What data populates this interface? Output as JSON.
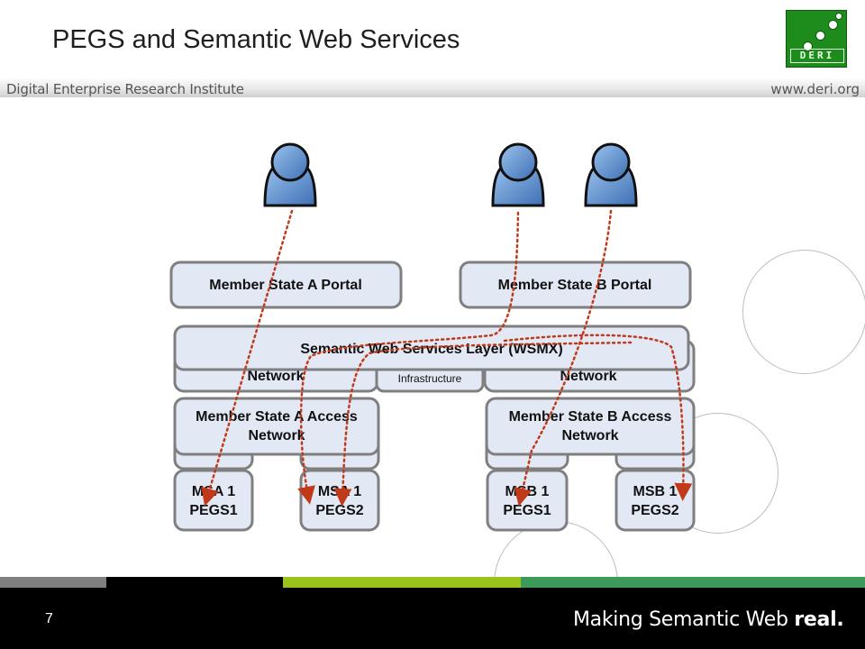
{
  "header": {
    "title": "PEGS and Semantic Web Services",
    "organization": "Digital Enterprise Research Institute",
    "url": "www.deri.org",
    "logo_text": "DERI"
  },
  "diagram": {
    "users": [
      "user-a",
      "user-b1",
      "user-b2"
    ],
    "portal_a": "Member State A Portal",
    "portal_b": "Member State B Portal",
    "wsmx_layer": "Semantic Web Services Layer (WSMX)",
    "network_a": "Network",
    "network_b": "Network",
    "infrastructure": "Infrastructure",
    "access_a_line1": "Member State A Access",
    "access_a_line2": "Network",
    "access_b_line1": "Member State B Access",
    "access_b_line2": "Network",
    "msa1_pegs1_line1": "MSA 1",
    "msa1_pegs1_line2": "PEGS1",
    "msa1_pegs2_line1": "MSA 1",
    "msa1_pegs2_line2": "PEGS2",
    "msb1_pegs1_line1": "MSB 1",
    "msb1_pegs1_line2": "PEGS1",
    "msb1_pegs2_line1": "MSB 1",
    "msb1_pegs2_line2": "PEGS2",
    "colors": {
      "box_fill": "#e2e9f5",
      "box_stroke": "#7f7f7f",
      "arrow": "#c03a1a",
      "user": "#5b8fd0"
    }
  },
  "footer": {
    "page_number": "7",
    "tagline_prefix": "Making Semantic Web ",
    "tagline_emphasis": "real.",
    "colors": [
      "#808080",
      "#000000",
      "#9bc31c",
      "#3c9a5a"
    ]
  }
}
